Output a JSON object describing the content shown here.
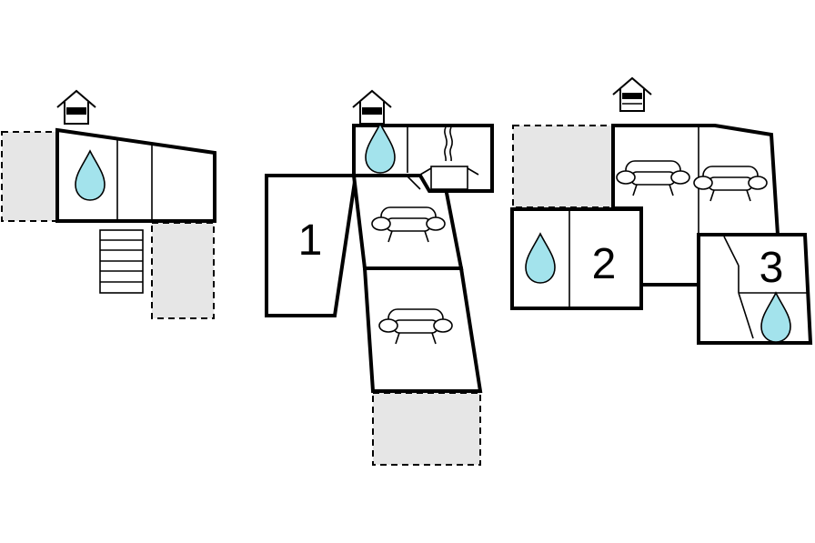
{
  "floorplan": {
    "bedroom_labels": [
      "1",
      "2",
      "3"
    ],
    "colors": {
      "wall": "#000000",
      "exterior_area": "#e6e6e6",
      "water_drop": "#a3e3ec",
      "background": "#ffffff"
    },
    "icons": [
      "entrance-house-icon",
      "water-drop-icon",
      "sofa-icon",
      "kitchen-steam-icon",
      "stairs-icon"
    ]
  }
}
